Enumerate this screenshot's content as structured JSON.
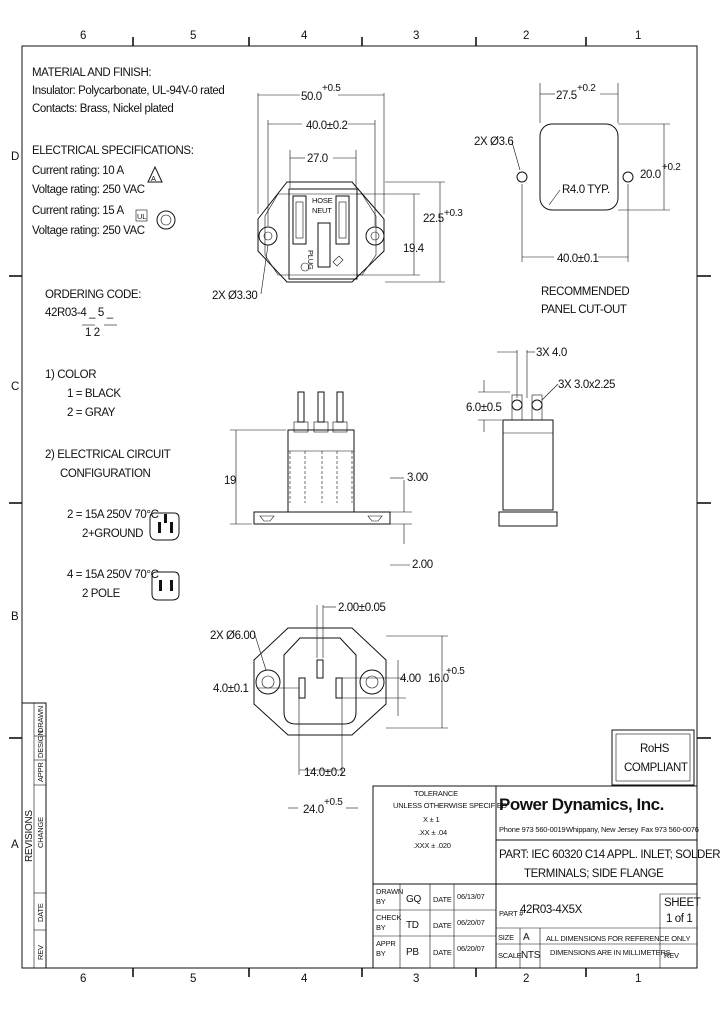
{
  "grid": {
    "top_numbers": [
      "6",
      "5",
      "4",
      "3",
      "2",
      "1"
    ],
    "bottom_numbers": [
      "6",
      "5",
      "4",
      "3",
      "2",
      "1"
    ],
    "left_letters": [
      "D",
      "C",
      "B",
      "A"
    ]
  },
  "notes": {
    "material_heading": "MATERIAL AND FINISH:",
    "material_lines": [
      "Insulator: Polycarbonate, UL-94V-0 rated",
      "Contacts: Brass, Nickel plated"
    ],
    "electrical_heading": "ELECTRICAL SPECIFICATIONS:",
    "electrical_lines": [
      "Current rating: 10 A",
      "Voltage rating: 250 VAC",
      "Current rating: 15 A",
      "Voltage rating: 250 VAC"
    ],
    "ordering_heading": "ORDERING CODE:",
    "ordering_code": "42R03-4 _ 5 _",
    "ordering_positions": "1   2",
    "color_heading": "1)  COLOR",
    "color_options": [
      "1 = BLACK",
      "2 = GRAY"
    ],
    "circuit_heading": [
      "2)  ELECTRICAL CIRCUIT",
      "CONFIGURATION"
    ],
    "circuit_option_2": [
      "2 = 15A 250V 70°C",
      "2+GROUND"
    ],
    "circuit_option_4": [
      "4 = 15A 250V 70°C",
      "2 POLE"
    ]
  },
  "top_view": {
    "dim_50": "50.0",
    "dim_50_tol": "+0.5",
    "dim_40": "40.0±0.2",
    "dim_27": "27.0",
    "dim_22_5": "22.5",
    "dim_22_5_tol": "+0.3",
    "dim_19_4": "19.4",
    "hole_callout": "2X Ø3.30",
    "marking_1": "HOSE",
    "marking_2": "NEUT",
    "marking_3": "PLUG"
  },
  "panel_cutout": {
    "dim_27_5": "27.5",
    "dim_27_5_tol": "+0.2",
    "hole_callout": "2X Ø3.6",
    "dim_20": "20.0",
    "dim_20_tol": "+0.2",
    "radius": "R4.0 TYP.",
    "dim_40": "40.0±0.1",
    "label": [
      "RECOMMENDED",
      "PANEL CUT-OUT"
    ]
  },
  "side_view": {
    "dim_19": "19",
    "dim_3": "3.00",
    "dim_2": "2.00"
  },
  "end_view": {
    "dim_4": "3X 4.0",
    "dim_slot": "3X 3.0x2.25",
    "dim_6": "6.0±0.5"
  },
  "front_view": {
    "dim_2": "2.00±0.05",
    "hole_callout": "2X Ø6.00",
    "dim_4_left": "4.0±0.1",
    "dim_4_right": "4.00",
    "dim_16": "16.0",
    "dim_16_tol": "+0.5",
    "dim_14": "14.0±0.2",
    "dim_24": "24.0",
    "dim_24_tol": "+0.5"
  },
  "rohs": [
    "RoHS",
    "COMPLIANT"
  ],
  "revisions": {
    "title": "REVISIONS",
    "change": "CHANGE",
    "cols": [
      "REV",
      "DATE",
      "APPR",
      "DESIGN",
      "DRAWN"
    ]
  },
  "tolerance": {
    "title": "TOLERANCE",
    "subtitle": "UNLESS OTHERWISE SPECIFIED",
    "rows": [
      "X   ±   1",
      ".XX   ±   .04",
      ".XXX   ±   .020"
    ]
  },
  "company": {
    "name": "Power Dynamics, Inc.",
    "phone": "Phone 973 560-0019",
    "city": "Whippany, New Jersey",
    "fax": "Fax 973 560-0076"
  },
  "part": {
    "line1": "PART: IEC 60320 C14 APPL. INLET; SOLDER",
    "line2": "TERMINALS; SIDE FLANGE",
    "part_no_label": "PART #",
    "part_no": "42R03-4X5X",
    "size_label": "SIZE",
    "size": "A",
    "scale_label": "SCALE",
    "scale": "NTS",
    "note1": "ALL DIMENSIONS FOR REFERENCE ONLY",
    "note2": "DIMENSIONS ARE IN MILLIMETERS",
    "rev_label": "REV",
    "sheet_label": "SHEET",
    "sheet": "1 of 1"
  },
  "signoff": {
    "rows": [
      {
        "label": [
          "DRAWN",
          "BY"
        ],
        "initials": "GQ",
        "date_label": "DATE",
        "date": "06/13/07"
      },
      {
        "label": [
          "CHECK",
          "BY"
        ],
        "initials": "TD",
        "date_label": "DATE",
        "date": "06/20/07"
      },
      {
        "label": [
          "APPR",
          "BY"
        ],
        "initials": "PB",
        "date_label": "DATE",
        "date": "06/20/07"
      }
    ]
  }
}
